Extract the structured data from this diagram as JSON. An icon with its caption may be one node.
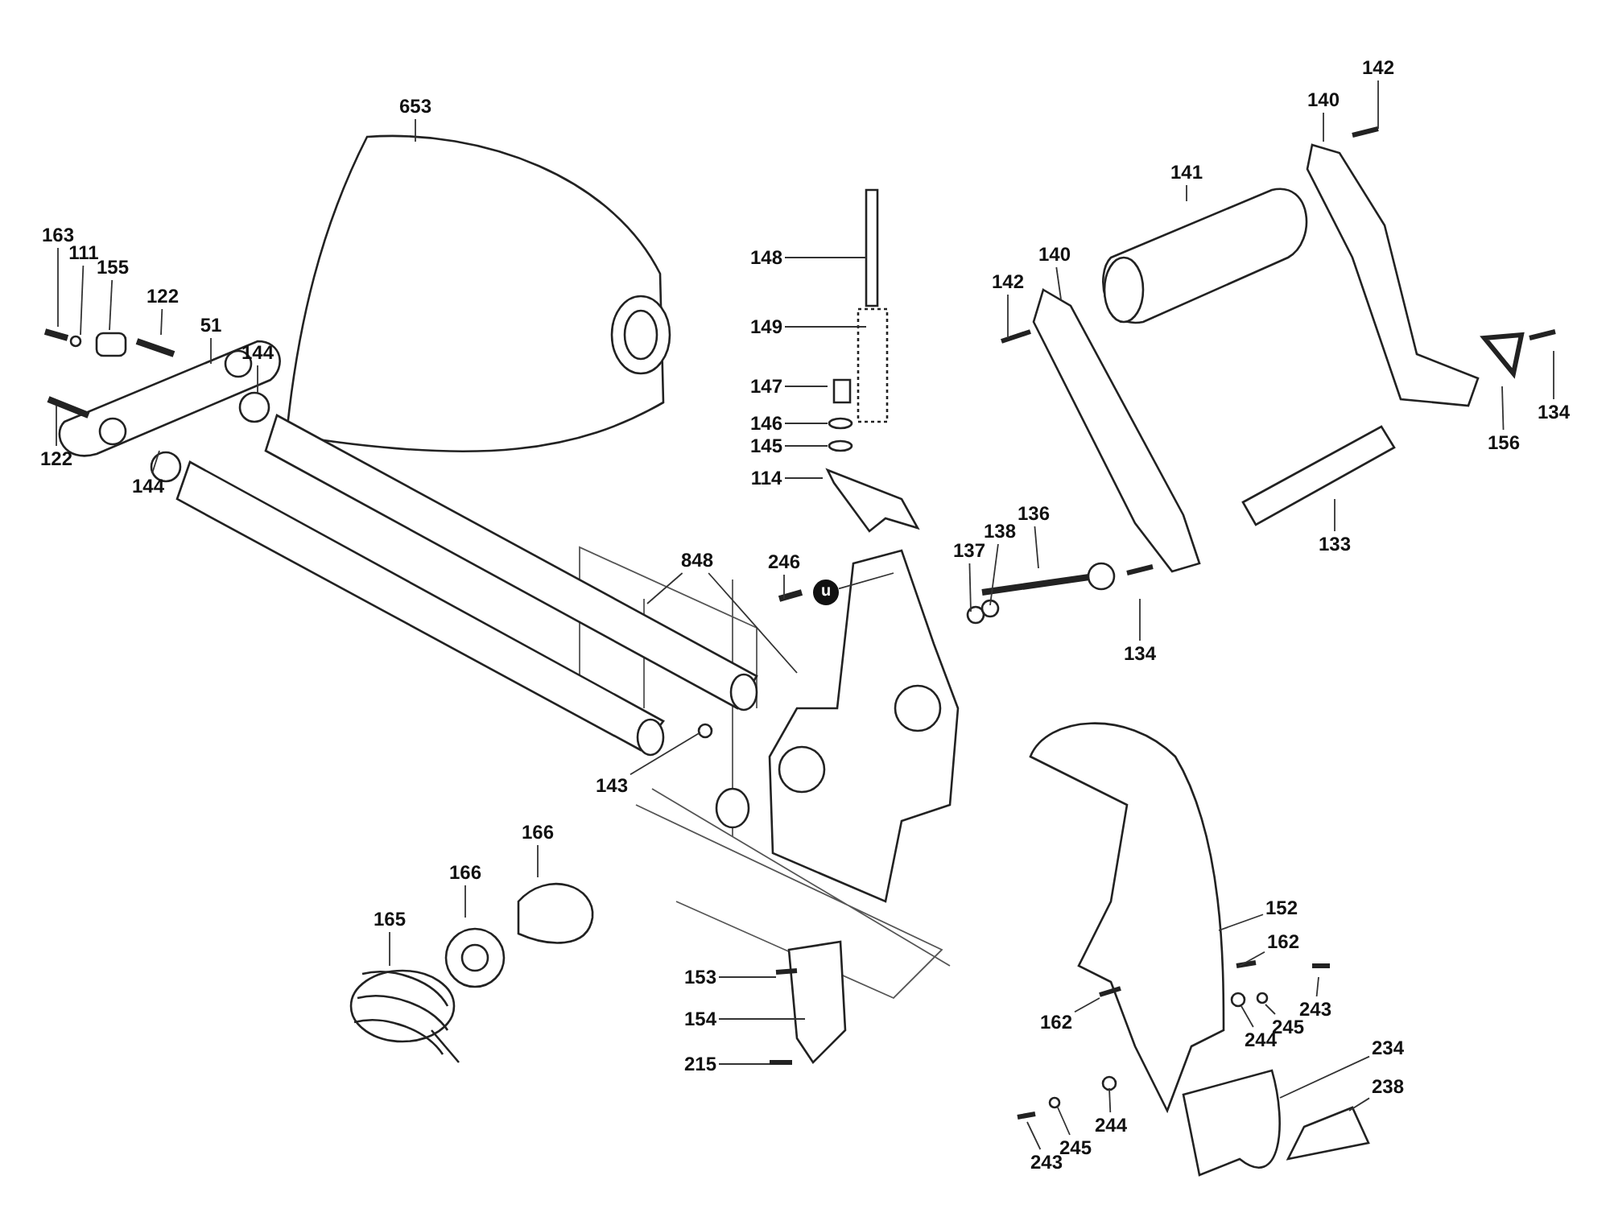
{
  "diagram": {
    "nodes": [
      {
        "text": [
          "653"
        ]
      },
      {
        "text": [
          "163"
        ]
      },
      {
        "text": [
          "111"
        ]
      },
      {
        "text": [
          "155"
        ]
      },
      {
        "text": [
          "122"
        ]
      },
      {
        "text": [
          "51"
        ]
      },
      {
        "text": [
          "144"
        ]
      },
      {
        "text": [
          "122"
        ]
      },
      {
        "text": [
          "144"
        ]
      },
      {
        "text": [
          "148"
        ]
      },
      {
        "text": [
          "149"
        ]
      },
      {
        "text": [
          "147"
        ]
      },
      {
        "text": [
          "146"
        ]
      },
      {
        "text": [
          "145"
        ]
      },
      {
        "text": [
          "114"
        ]
      },
      {
        "text": [
          "246"
        ]
      },
      {
        "text": [
          "u"
        ]
      },
      {
        "text": [
          "137"
        ]
      },
      {
        "text": [
          "138"
        ]
      },
      {
        "text": [
          "136"
        ]
      },
      {
        "text": [
          "142"
        ]
      },
      {
        "text": [
          "140"
        ]
      },
      {
        "text": [
          "141"
        ]
      },
      {
        "text": [
          "140"
        ]
      },
      {
        "text": [
          "142"
        ]
      },
      {
        "text": [
          "134"
        ]
      },
      {
        "text": [
          "133"
        ]
      },
      {
        "text": [
          "156"
        ]
      },
      {
        "text": [
          "134"
        ]
      },
      {
        "text": [
          "848"
        ]
      },
      {
        "text": [
          "143"
        ]
      },
      {
        "text": [
          "166"
        ]
      },
      {
        "text": [
          "166"
        ]
      },
      {
        "text": [
          "165"
        ]
      },
      {
        "text": [
          "153"
        ]
      },
      {
        "text": [
          "154"
        ]
      },
      {
        "text": [
          "215"
        ]
      },
      {
        "text": [
          "152"
        ]
      },
      {
        "text": [
          "162"
        ]
      },
      {
        "text": [
          "243"
        ]
      },
      {
        "text": [
          "245"
        ]
      },
      {
        "text": [
          "162"
        ]
      },
      {
        "text": [
          "244"
        ]
      },
      {
        "text": [
          "234"
        ]
      },
      {
        "text": [
          "238"
        ]
      },
      {
        "text": [
          "244"
        ]
      },
      {
        "text": [
          "245"
        ]
      },
      {
        "text": [
          "243"
        ]
      }
    ],
    "edges": [
      {
        "from": 0,
        "to": null,
        "arrow": "none"
      },
      {
        "from": 1,
        "to": null,
        "arrow": "none"
      },
      {
        "from": 2,
        "to": null,
        "arrow": "none"
      },
      {
        "from": 3,
        "to": null,
        "arrow": "none"
      },
      {
        "from": 4,
        "to": null,
        "arrow": "none"
      },
      {
        "from": 5,
        "to": null,
        "arrow": "none"
      },
      {
        "from": 6,
        "to": null,
        "arrow": "none"
      },
      {
        "from": 7,
        "to": null,
        "arrow": "none"
      },
      {
        "from": 8,
        "to": null,
        "arrow": "none"
      },
      {
        "from": 9,
        "to": null,
        "arrow": "none"
      },
      {
        "from": 10,
        "to": null,
        "arrow": "none"
      },
      {
        "from": 11,
        "to": null,
        "arrow": "none"
      },
      {
        "from": 12,
        "to": null,
        "arrow": "none"
      },
      {
        "from": 13,
        "to": null,
        "arrow": "none"
      },
      {
        "from": 14,
        "to": null,
        "arrow": "none"
      },
      {
        "from": 15,
        "to": null,
        "arrow": "none"
      },
      {
        "from": 16,
        "to": null,
        "arrow": "none"
      },
      {
        "from": 17,
        "to": null,
        "arrow": "none"
      },
      {
        "from": 18,
        "to": null,
        "arrow": "none"
      },
      {
        "from": 19,
        "to": null,
        "arrow": "none"
      },
      {
        "from": 20,
        "to": null,
        "arrow": "none"
      },
      {
        "from": 21,
        "to": null,
        "arrow": "none"
      },
      {
        "from": 22,
        "to": null,
        "arrow": "none"
      },
      {
        "from": 23,
        "to": null,
        "arrow": "none"
      },
      {
        "from": 24,
        "to": null,
        "arrow": "none"
      },
      {
        "from": 25,
        "to": null,
        "arrow": "none"
      },
      {
        "from": 26,
        "to": null,
        "arrow": "none"
      },
      {
        "from": 27,
        "to": null,
        "arrow": "none"
      },
      {
        "from": 28,
        "to": null,
        "arrow": "none"
      },
      {
        "from": 29,
        "to": null,
        "arrow": "none"
      },
      {
        "from": 29,
        "to": null,
        "arrow": "none"
      },
      {
        "from": 30,
        "to": null,
        "arrow": "none"
      },
      {
        "from": 31,
        "to": null,
        "arrow": "none"
      },
      {
        "from": 32,
        "to": null,
        "arrow": "none"
      },
      {
        "from": 33,
        "to": null,
        "arrow": "none"
      },
      {
        "from": 34,
        "to": null,
        "arrow": "none"
      },
      {
        "from": 35,
        "to": null,
        "arrow": "none"
      },
      {
        "from": 36,
        "to": null,
        "arrow": "none"
      },
      {
        "from": 37,
        "to": null,
        "arrow": "none"
      },
      {
        "from": 38,
        "to": null,
        "arrow": "none"
      },
      {
        "from": 39,
        "to": null,
        "arrow": "none"
      },
      {
        "from": 40,
        "to": null,
        "arrow": "none"
      },
      {
        "from": 41,
        "to": null,
        "arrow": "none"
      },
      {
        "from": 42,
        "to": null,
        "arrow": "none"
      },
      {
        "from": 43,
        "to": null,
        "arrow": "none"
      },
      {
        "from": 44,
        "to": null,
        "arrow": "none"
      },
      {
        "from": 45,
        "to": null,
        "arrow": "none"
      },
      {
        "from": 46,
        "to": null,
        "arrow": "none"
      },
      {
        "from": 47,
        "to": null,
        "arrow": "none"
      }
    ]
  }
}
